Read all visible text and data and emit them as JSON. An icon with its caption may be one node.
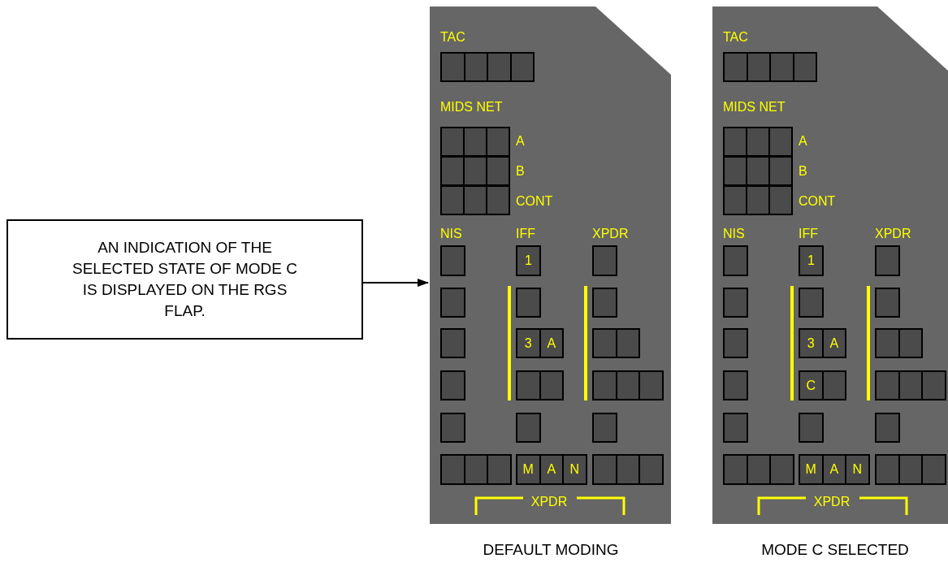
{
  "diagram": {
    "nodes": [
      {
        "text": [
          "AN INDICATION OF THE SELECTED STATE OF MODE C IS DISPLAYED ON THE RGS FLAP."
        ]
      },
      {
        "text": [],
        "shape": "picture",
        "beside": [
          "DEFAULT MODING"
        ]
      },
      {
        "text": [],
        "shape": "picture",
        "beside": [
          "MODE C SELECTED"
        ]
      }
    ],
    "edges": [
      {
        "from": 0,
        "to": 1,
        "arrow": "to"
      }
    ],
    "labels": [
      "TAC",
      "MIDS NET",
      "A",
      "B",
      "CONT",
      "NIS",
      "IFF",
      "XPDR",
      "1",
      "3",
      "A",
      "M",
      "A",
      "N",
      "XPDR",
      "TAC",
      "MIDS NET",
      "A",
      "B",
      "CONT",
      "NIS",
      "IFF",
      "XPDR",
      "1",
      "3",
      "A",
      "C",
      "M",
      "A",
      "N",
      "XPDR"
    ]
  }
}
